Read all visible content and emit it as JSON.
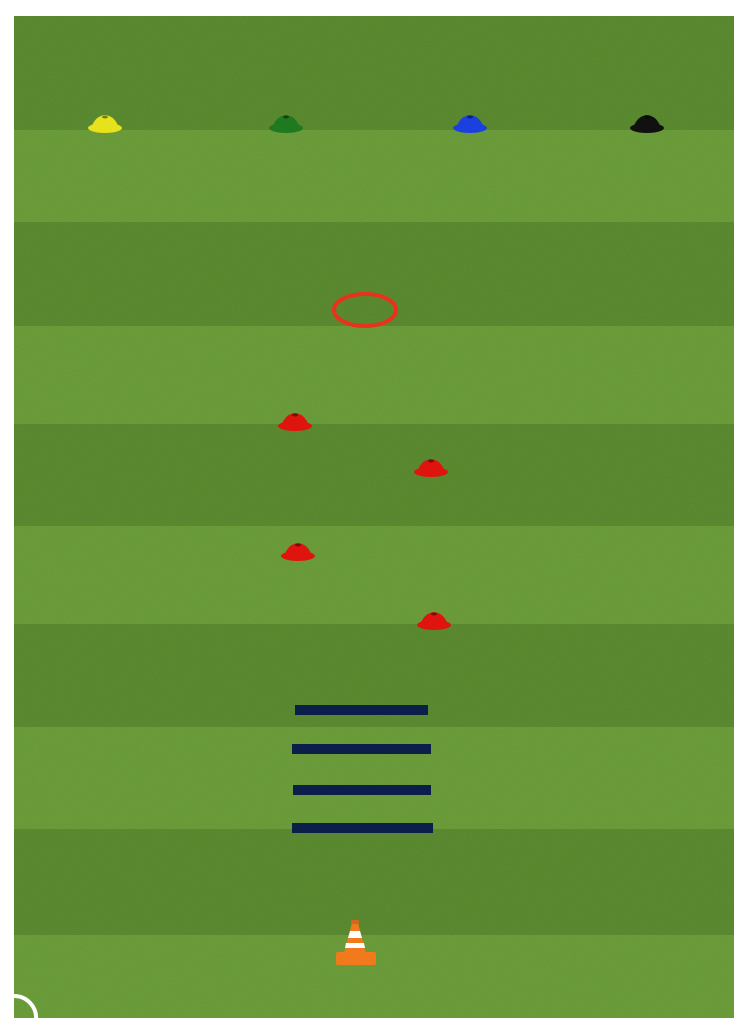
{
  "pitch": {
    "grass_light": "#6fa23c",
    "grass_dark": "#5e8f32",
    "line_color": "#ffffff",
    "stripe_count": 10
  },
  "start_markers": [
    {
      "name": "yellow-marker-cone",
      "color": "#e6e21c"
    },
    {
      "name": "green-marker-cone",
      "color": "#1f7a1f"
    },
    {
      "name": "blue-marker-cone",
      "color": "#1c3fe0"
    },
    {
      "name": "black-marker-cone",
      "color": "#111111"
    }
  ],
  "target_ring": {
    "color": "#e8321c"
  },
  "slalom_cones": {
    "color": "#e0140f",
    "count": 4
  },
  "agility_poles": {
    "color": "#0c1f4a",
    "count": 4
  },
  "traffic_cone": {
    "color": "#f07a1c",
    "stripe_color": "#ffffff"
  }
}
